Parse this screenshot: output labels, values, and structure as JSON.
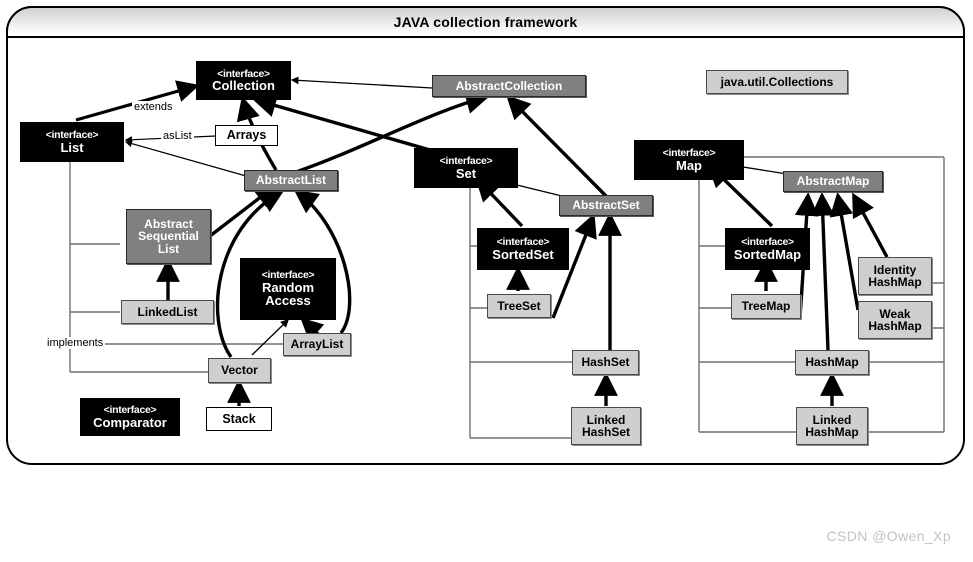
{
  "diagram": {
    "title": "JAVA collection framework",
    "watermark": "CSDN @Owen_Xp",
    "stereotype": "<interface>",
    "edge_labels": {
      "extends": "extends",
      "as_list": "asList",
      "implements": "implements"
    },
    "colors": {
      "interface_bg": "#000000",
      "interface_fg": "#ffffff",
      "abstract_bg": "#808080",
      "abstract_fg": "#ffffff",
      "concrete_bg": "#cfcfcf",
      "concrete_fg": "#000000",
      "plain_bg": "#ffffff",
      "frame": "#000000",
      "watermark": "#c3c3c3"
    },
    "nodes": {
      "collection": "Collection",
      "abstract_collection": "AbstractCollection",
      "collections_util": "java.util.Collections",
      "list": "List",
      "arrays": "Arrays",
      "abstract_list": "AbstractList",
      "abstract_sequential_list_l1": "Abstract",
      "abstract_sequential_list_l2": "Sequential",
      "abstract_sequential_list_l3": "List",
      "linked_list": "LinkedList",
      "random_access_l1": "Random",
      "random_access_l2": "Access",
      "array_list": "ArrayList",
      "vector": "Vector",
      "stack": "Stack",
      "comparator": "Comparator",
      "set": "Set",
      "abstract_set": "AbstractSet",
      "sorted_set": "SortedSet",
      "tree_set": "TreeSet",
      "hash_set": "HashSet",
      "linked_hash_set_l1": "Linked",
      "linked_hash_set_l2": "HashSet",
      "map": "Map",
      "abstract_map": "AbstractMap",
      "sorted_map": "SortedMap",
      "tree_map": "TreeMap",
      "identity_hash_map_l1": "Identity",
      "identity_hash_map_l2": "HashMap",
      "weak_hash_map_l1": "Weak",
      "weak_hash_map_l2": "HashMap",
      "hash_map": "HashMap",
      "linked_hash_map_l1": "Linked",
      "linked_hash_map_l2": "HashMap"
    }
  }
}
